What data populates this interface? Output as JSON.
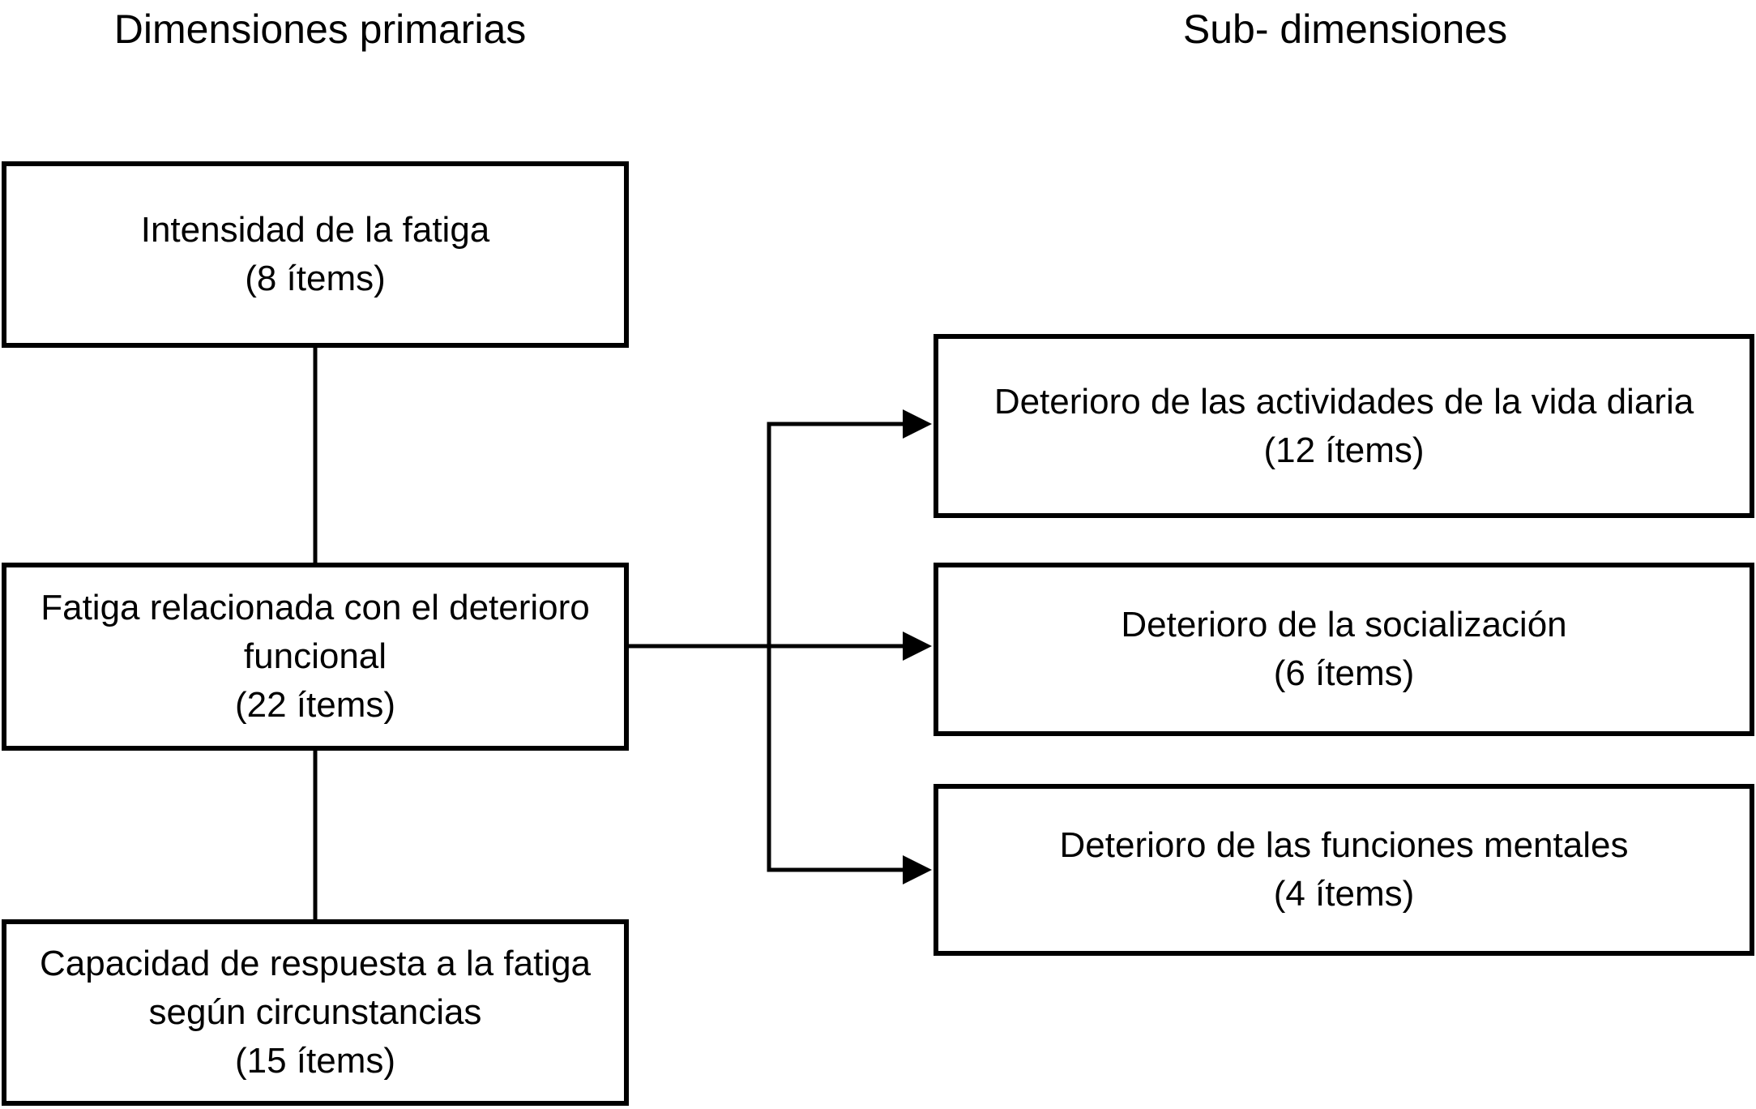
{
  "page": {
    "background_color": "#ffffff",
    "line_color": "#000000",
    "text_color": "#000000"
  },
  "headers": {
    "primary": "Dimensiones primarias",
    "sub": "Sub- dimensiones"
  },
  "primary_dimensions": [
    {
      "title": "Intensidad de la fatiga",
      "items": "(8 ítems)"
    },
    {
      "title": "Fatiga relacionada con el deterioro funcional",
      "items": "(22 ítems)"
    },
    {
      "title": "Capacidad de respuesta a la fatiga según circunstancias",
      "items": "(15 ítems)"
    }
  ],
  "sub_dimensions": [
    {
      "title": "Deterioro de las actividades de la vida diaria",
      "items": "(12 ítems)"
    },
    {
      "title": "Deterioro de la socialización",
      "items": "(6 ítems)"
    },
    {
      "title": "Deterioro de las funciones mentales",
      "items": "(4 ítems)"
    }
  ],
  "connections": [
    {
      "from": "Intensidad de la fatiga",
      "to": "Fatiga relacionada con el deterioro funcional",
      "style": "plain-line"
    },
    {
      "from": "Fatiga relacionada con el deterioro funcional",
      "to": "Capacidad de respuesta a la fatiga según circunstancias",
      "style": "plain-line"
    },
    {
      "from": "Fatiga relacionada con el deterioro funcional",
      "to": "Deterioro de las actividades de la vida diaria",
      "style": "arrow"
    },
    {
      "from": "Fatiga relacionada con el deterioro funcional",
      "to": "Deterioro de la socialización",
      "style": "arrow"
    },
    {
      "from": "Fatiga relacionada con el deterioro funcional",
      "to": "Deterioro de las funciones mentales",
      "style": "arrow"
    }
  ]
}
